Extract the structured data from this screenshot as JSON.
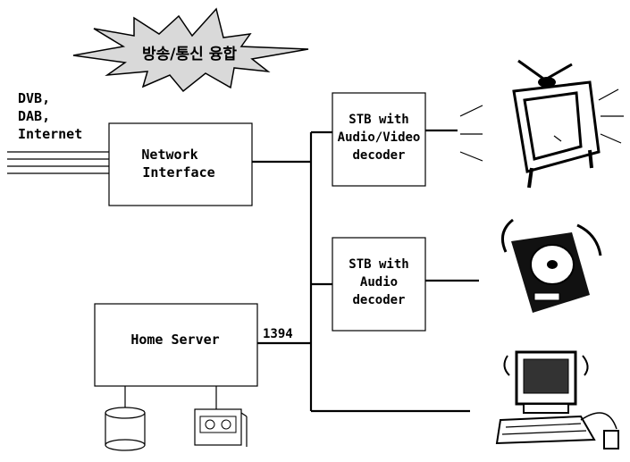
{
  "burst": {
    "text": "방송/통신 융합"
  },
  "inputs": {
    "line1": "DVB,",
    "line2": "DAB,",
    "line3": "Internet"
  },
  "network_interface": {
    "line1": "Network",
    "line2": "Interface"
  },
  "home_server": {
    "label": "Home Server"
  },
  "bus": {
    "label": "1394"
  },
  "stb_av": {
    "line1": "STB with",
    "line2": "Audio/Video",
    "line3": "decoder"
  },
  "stb_audio": {
    "line1": "STB with",
    "line2": "Audio",
    "line3": "decoder"
  },
  "devices": [
    "tv-icon",
    "cd-player-icon",
    "computer-icon",
    "disk-drive-icon",
    "tape-deck-icon"
  ],
  "colors": {
    "burst_fill": "#d9d9d9",
    "outline": "#000000",
    "background": "#ffffff"
  }
}
